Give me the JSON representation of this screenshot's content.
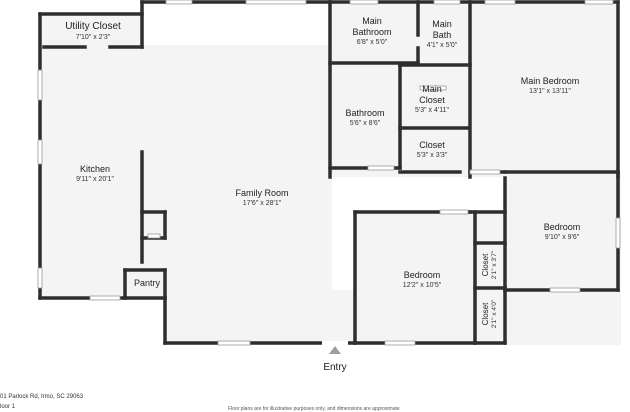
{
  "rooms": {
    "utility_closet": {
      "name": "Utility Closet",
      "dims": "7'10\" x 2'3\""
    },
    "main_bathroom": {
      "name": "Main\nBathroom",
      "dims": "6'8\" x 5'0\""
    },
    "main_bath": {
      "name": "Main\nBath",
      "dims": "4'1\" x 5'0\""
    },
    "main_bedroom": {
      "name": "Main Bedroom",
      "dims": "13'1\" x 13'11\""
    },
    "main_closet": {
      "name": "Main\nCloset",
      "dims": "5'3\" x 4'11\""
    },
    "bathroom": {
      "name": "Bathroom",
      "dims": "5'6\" x 8'6\""
    },
    "closet_center": {
      "name": "Closet",
      "dims": "5'3\" x 3'3\""
    },
    "kitchen": {
      "name": "Kitchen",
      "dims": "9'11\" x 20'1\""
    },
    "family_room": {
      "name": "Family Room",
      "dims": "17'6\" x 28'1\""
    },
    "bedroom_right": {
      "name": "Bedroom",
      "dims": "9'10\" x 9'6\""
    },
    "bedroom_lower": {
      "name": "Bedroom",
      "dims": "12'2\" x 10'5\""
    },
    "closet_upper_small": {
      "name": "Closet",
      "dims": "2'1\" x 3'7\""
    },
    "closet_lower_small": {
      "name": "Closet",
      "dims": "2'1\" x 4'0\""
    },
    "pantry": {
      "name": "Pantry"
    }
  },
  "entry_label": "Entry",
  "address": "01 Parlock Rd, Irmo, SC 29063",
  "floor_label": "loor 1",
  "disclaimer": "Floor plans are for illustrative purposes only, and dimensions are approximate"
}
